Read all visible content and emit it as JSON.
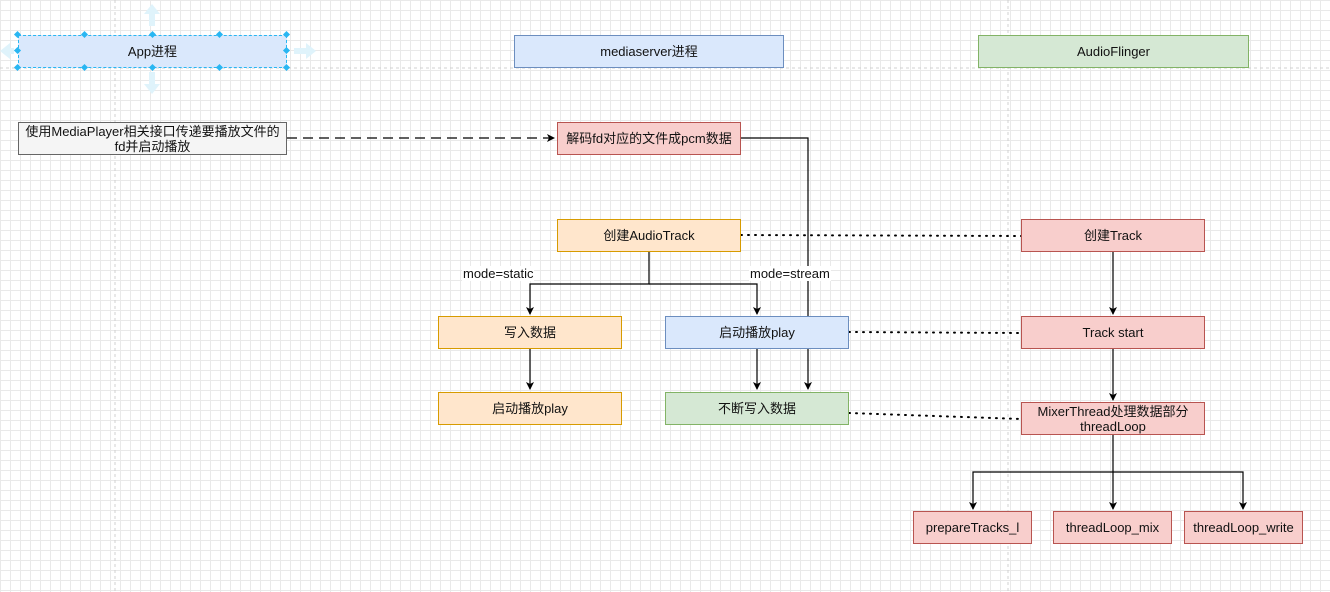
{
  "lanes": {
    "app": "App进程",
    "mediaserver": "mediaserver进程",
    "audioflinger": "AudioFlinger"
  },
  "nodes": {
    "app_call": "使用MediaPlayer相关接口传递要播放文件的fd并启动播放",
    "decode": "解码fd对应的文件成pcm数据",
    "create_audiotrack": "创建AudioTrack",
    "write_data": "写入数据",
    "static_play": "启动播放play",
    "stream_play": "启动播放play",
    "keep_write": "不断写入数据",
    "create_track": "创建Track",
    "track_start": "Track start",
    "mixer_thread": "MixerThread处理数据部分threadLoop",
    "prepare_tracks": "prepareTracks_l",
    "thread_mix": "threadLoop_mix",
    "thread_write": "threadLoop_write"
  },
  "edge_labels": {
    "static": "mode=static",
    "stream": "mode=stream"
  }
}
